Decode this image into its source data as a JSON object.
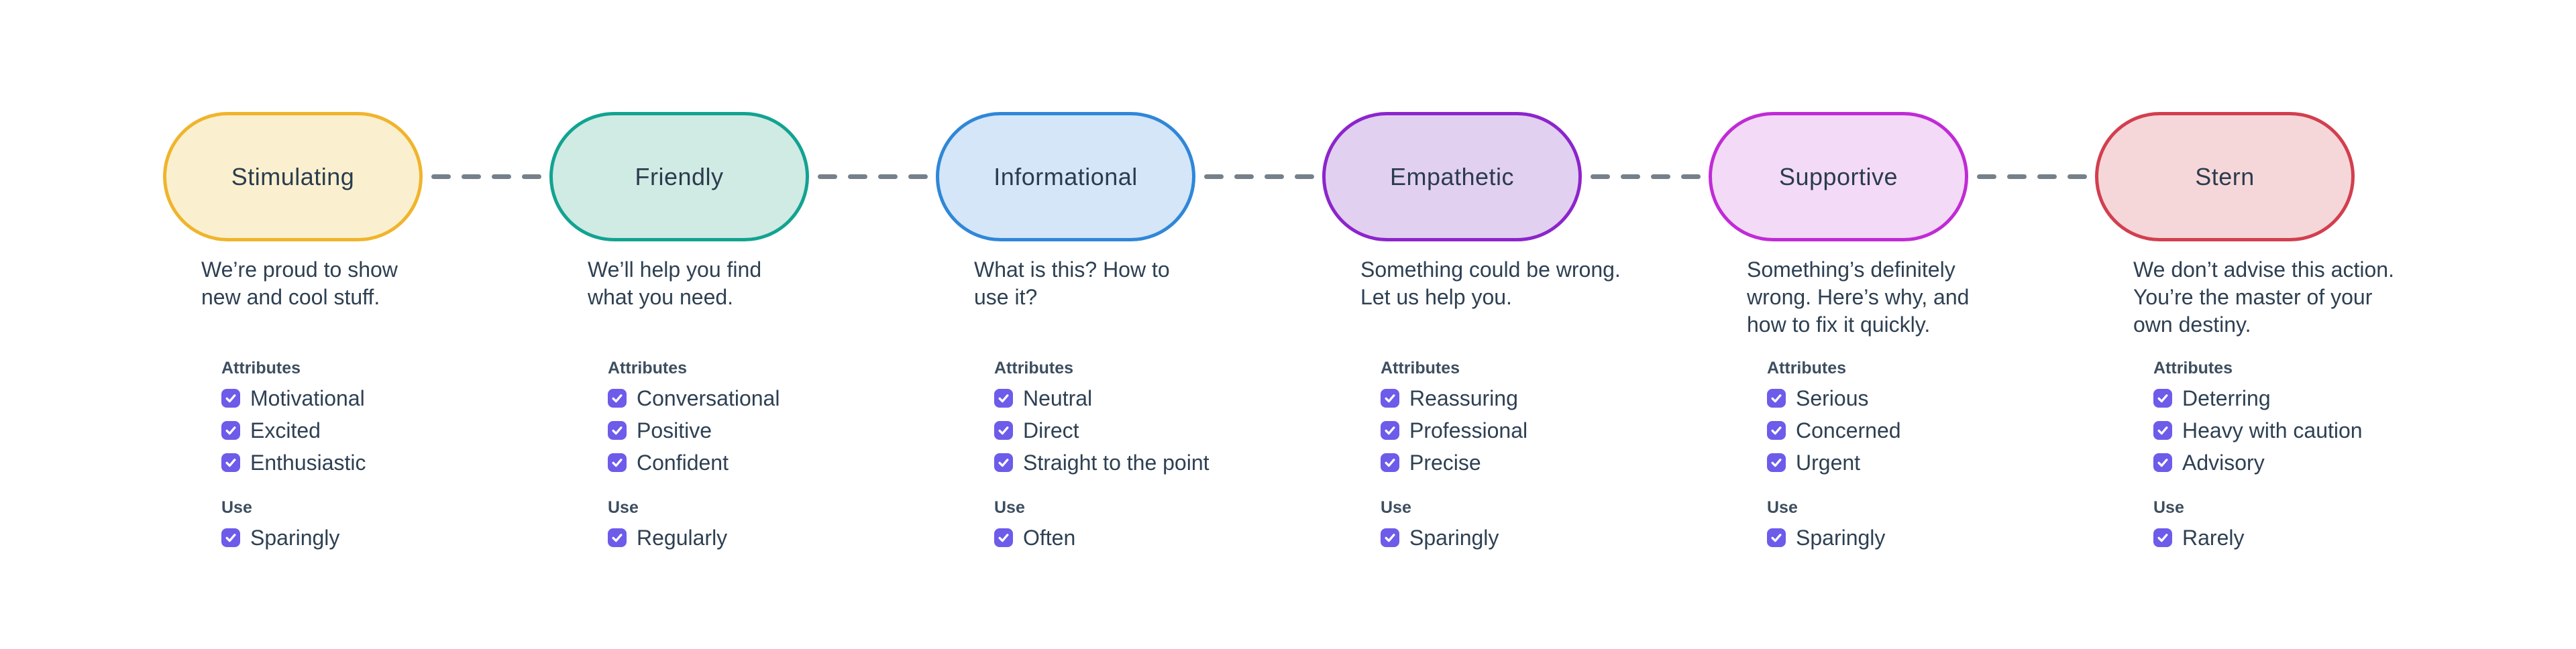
{
  "labels": {
    "attributes": "Attributes",
    "use": "Use"
  },
  "connector_color": "#75808a",
  "checkbox_color": "#6d5bea",
  "text_color": "#2e4052",
  "nodes": [
    {
      "title": "Stimulating",
      "fill_color": "#faf0cf",
      "border_color": "#f0b42c",
      "description": "We’re proud to show\nnew and cool stuff.",
      "attributes": [
        "Motivational",
        "Excited",
        "Enthusiastic"
      ],
      "use": "Sparingly"
    },
    {
      "title": "Friendly",
      "fill_color": "#d0eae4",
      "border_color": "#12a391",
      "description": "We’ll help you find\nwhat you need.",
      "attributes": [
        "Conversational",
        "Positive",
        "Confident"
      ],
      "use": "Regularly"
    },
    {
      "title": "Informational",
      "fill_color": "#d4e6f7",
      "border_color": "#2f87d8",
      "description": "What is this? How to\nuse it?",
      "attributes": [
        "Neutral",
        "Direct",
        "Straight to the point"
      ],
      "use": "Often"
    },
    {
      "title": "Empathetic",
      "fill_color": "#e2d0f0",
      "border_color": "#8c25cc",
      "description": "Something could be wrong.\nLet us help you.",
      "attributes": [
        "Reassuring",
        "Professional",
        "Precise"
      ],
      "use": "Sparingly"
    },
    {
      "title": "Supportive",
      "fill_color": "#f3daf6",
      "border_color": "#c02bd6",
      "description": "Something’s definitely\nwrong. Here’s why, and\nhow to fix it quickly.",
      "attributes": [
        "Serious",
        "Concerned",
        "Urgent"
      ],
      "use": "Sparingly"
    },
    {
      "title": "Stern",
      "fill_color": "#f6d7d9",
      "border_color": "#d23f4e",
      "description": "We don’t advise this action.\nYou’re the master of your\nown destiny.",
      "attributes": [
        "Deterring",
        "Heavy with caution",
        "Advisory"
      ],
      "use": "Rarely"
    }
  ]
}
